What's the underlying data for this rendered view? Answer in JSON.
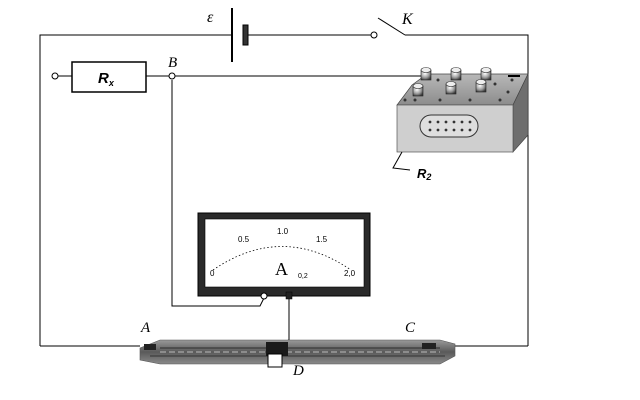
{
  "labels": {
    "emf": "ε",
    "switch": "K",
    "resistor_x": "Rx",
    "resistor_x_main": "R",
    "resistor_x_sub": "x",
    "node_b": "B",
    "resistance_box": "R2",
    "resistance_box_main": "R",
    "resistance_box_sub": "2",
    "point_a": "A",
    "point_c": "C",
    "point_d": "D"
  },
  "ammeter": {
    "letter": "A",
    "small_mark": "0,2",
    "scale_labels": [
      "0",
      "0.5",
      "1.0",
      "1.5",
      "2,0"
    ]
  }
}
